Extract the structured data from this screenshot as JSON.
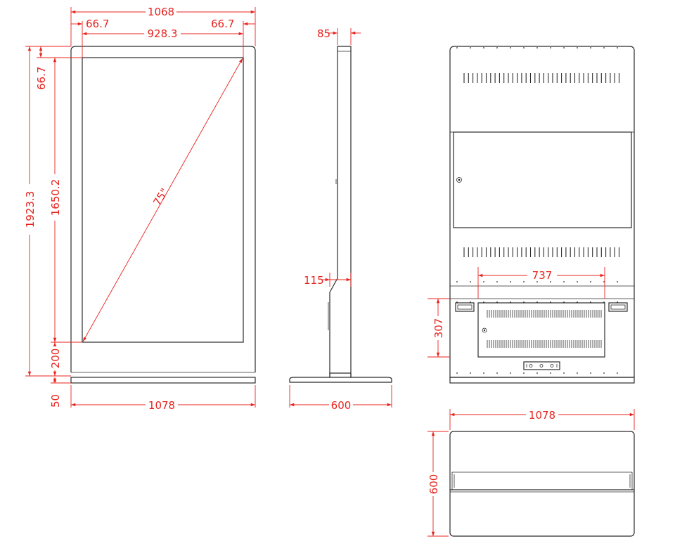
{
  "colors": {
    "dimension": "#e8231e",
    "line": "#2b2b2b",
    "background": "#ffffff"
  },
  "dimensions": {
    "front_total_width": "1068",
    "front_left_bezel": "66.7",
    "front_screen_width": "928.3",
    "front_right_bezel": "66.7",
    "front_top_bezel": "66.7",
    "front_total_height": "1923.3",
    "front_screen_height": "1650.2",
    "front_bottom_gap": "200",
    "front_base_height": "50",
    "front_base_width": "1078",
    "screen_diagonal": "75\"",
    "side_top_depth": "85",
    "side_body_depth": "115",
    "side_base_depth": "600",
    "back_panel_width": "737",
    "back_panel_height": "307",
    "base_width": "1078",
    "base_depth": "600"
  }
}
